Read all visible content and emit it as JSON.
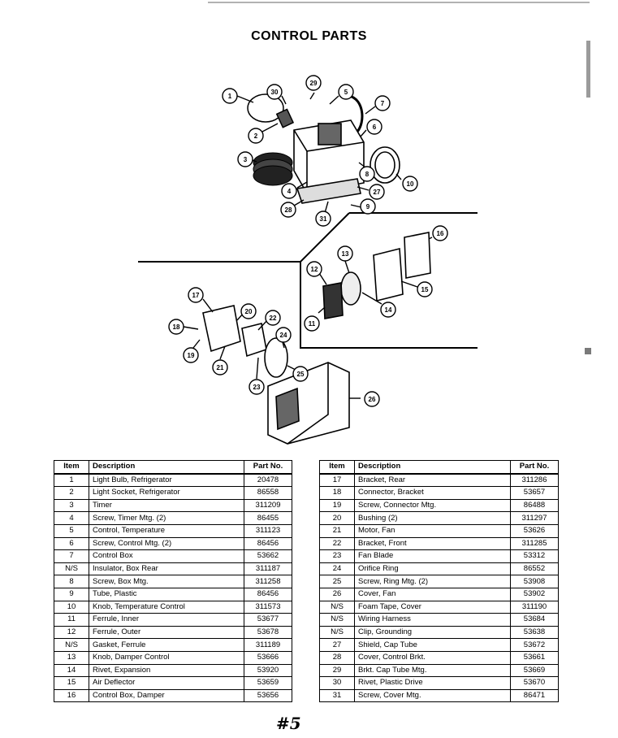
{
  "title": "CONTROL PARTS",
  "headers": {
    "item": "Item",
    "description": "Description",
    "part": "Part No."
  },
  "left_rows": [
    {
      "item": "1",
      "description": "Light Bulb, Refrigerator",
      "part": "20478"
    },
    {
      "item": "2",
      "description": "Light Socket, Refrigerator",
      "part": "86558"
    },
    {
      "item": "3",
      "description": "Timer",
      "part": "311209"
    },
    {
      "item": "4",
      "description": "Screw, Timer Mtg. (2)",
      "part": "86455"
    },
    {
      "item": "5",
      "description": "Control, Temperature",
      "part": "311123"
    },
    {
      "item": "6",
      "description": "Screw, Control Mtg. (2)",
      "part": "86456"
    },
    {
      "item": "7",
      "description": "Control Box",
      "part": "53662"
    },
    {
      "item": "N/S",
      "description": "Insulator, Box Rear",
      "part": "311187"
    },
    {
      "item": "8",
      "description": "Screw, Box Mtg.",
      "part": "311258"
    },
    {
      "item": "9",
      "description": "Tube, Plastic",
      "part": "86456"
    },
    {
      "item": "10",
      "description": "Knob, Temperature Control",
      "part": "311573"
    },
    {
      "item": "11",
      "description": "Ferrule, Inner",
      "part": "53677"
    },
    {
      "item": "12",
      "description": "Ferrule, Outer",
      "part": "53678"
    },
    {
      "item": "N/S",
      "description": "Gasket, Ferrule",
      "part": "311189"
    },
    {
      "item": "13",
      "description": "Knob, Damper Control",
      "part": "53666"
    },
    {
      "item": "14",
      "description": "Rivet, Expansion",
      "part": "53920"
    },
    {
      "item": "15",
      "description": "Air Deflector",
      "part": "53659"
    },
    {
      "item": "16",
      "description": "Control Box, Damper",
      "part": "53656"
    }
  ],
  "right_rows": [
    {
      "item": "17",
      "description": "Bracket, Rear",
      "part": "311286"
    },
    {
      "item": "18",
      "description": "Connector, Bracket",
      "part": "53657"
    },
    {
      "item": "19",
      "description": "Screw, Connector Mtg.",
      "part": "86488"
    },
    {
      "item": "20",
      "description": "Bushing (2)",
      "part": "311297"
    },
    {
      "item": "21",
      "description": "Motor, Fan",
      "part": "53626"
    },
    {
      "item": "22",
      "description": "Bracket, Front",
      "part": "311285"
    },
    {
      "item": "23",
      "description": "Fan Blade",
      "part": "53312"
    },
    {
      "item": "24",
      "description": "Orifice Ring",
      "part": "86552"
    },
    {
      "item": "25",
      "description": "Screw, Ring Mtg. (2)",
      "part": "53908"
    },
    {
      "item": "26",
      "description": "Cover, Fan",
      "part": "53902"
    },
    {
      "item": "N/S",
      "description": "Foam Tape, Cover",
      "part": "311190"
    },
    {
      "item": "N/S",
      "description": "Wiring Harness",
      "part": "53684"
    },
    {
      "item": "N/S",
      "description": "Clip, Grounding",
      "part": "53638"
    },
    {
      "item": "27",
      "description": "Shield, Cap Tube",
      "part": "53672"
    },
    {
      "item": "28",
      "description": "Cover, Control Brkt.",
      "part": "53661"
    },
    {
      "item": "29",
      "description": "Brkt. Cap Tube Mtg.",
      "part": "53669"
    },
    {
      "item": "30",
      "description": "Rivet, Plastic Drive",
      "part": "53670"
    },
    {
      "item": "31",
      "description": "Screw, Cover Mtg.",
      "part": "86471"
    }
  ],
  "callouts": [
    "1",
    "2",
    "3",
    "4",
    "5",
    "6",
    "7",
    "8",
    "9",
    "10",
    "11",
    "12",
    "13",
    "14",
    "15",
    "16",
    "17",
    "18",
    "19",
    "20",
    "21",
    "22",
    "23",
    "24",
    "25",
    "26",
    "27",
    "28",
    "29",
    "30",
    "31"
  ],
  "signature": "#5"
}
